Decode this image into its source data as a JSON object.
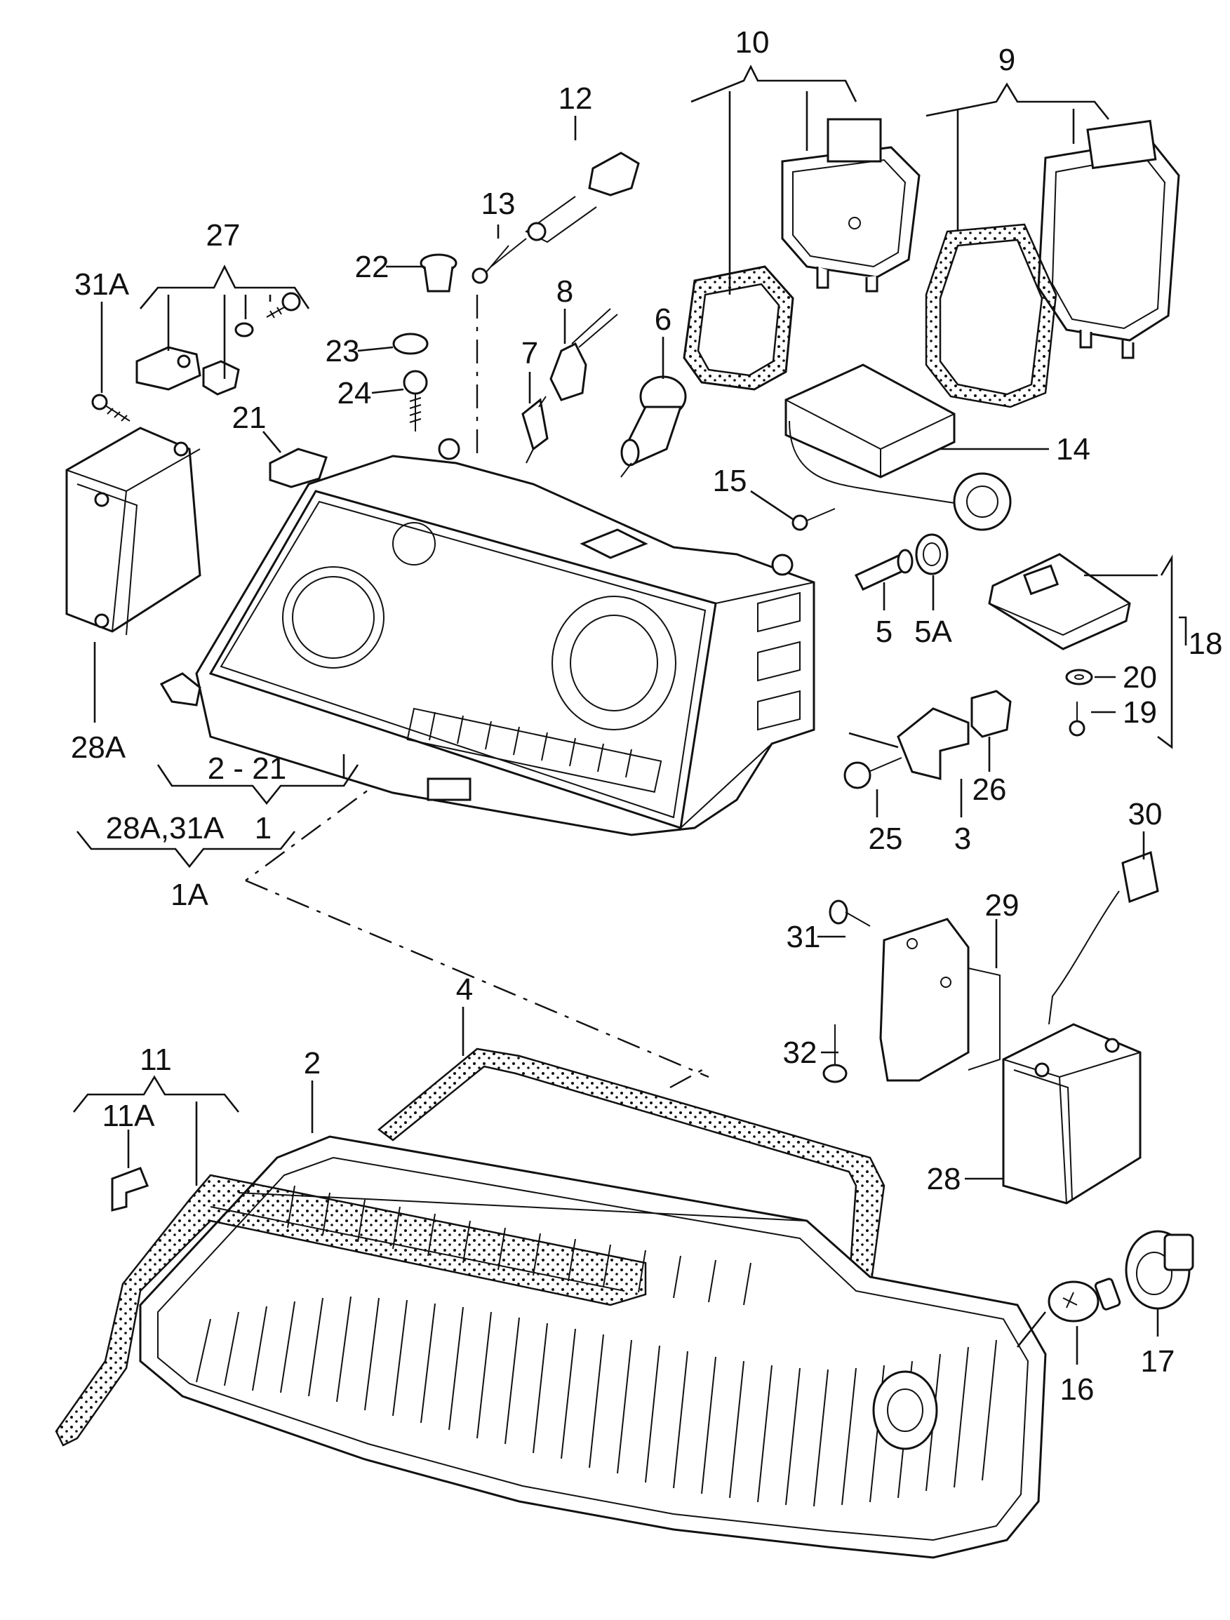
{
  "labels": {
    "l1": "1",
    "l1a": "1A",
    "l2": "2",
    "l2_21": "2 - 21",
    "l3": "3",
    "l4": "4",
    "l5": "5",
    "l5a": "5A",
    "l6": "6",
    "l7": "7",
    "l8": "8",
    "l9": "9",
    "l10": "10",
    "l11": "11",
    "l11a": "11A",
    "l12": "12",
    "l13": "13",
    "l14": "14",
    "l15": "15",
    "l16": "16",
    "l17": "17",
    "l18": "18",
    "l19": "19",
    "l20": "20",
    "l21": "21",
    "l22": "22",
    "l23": "23",
    "l24": "24",
    "l25": "25",
    "l26": "26",
    "l27": "27",
    "l28": "28",
    "l28a": "28A",
    "l28a31a": "28A,31A",
    "l29": "29",
    "l30": "30",
    "l31": "31",
    "l31a": "31A",
    "l32": "32"
  },
  "colors": {
    "ink": "#111111",
    "paper": "#ffffff"
  }
}
